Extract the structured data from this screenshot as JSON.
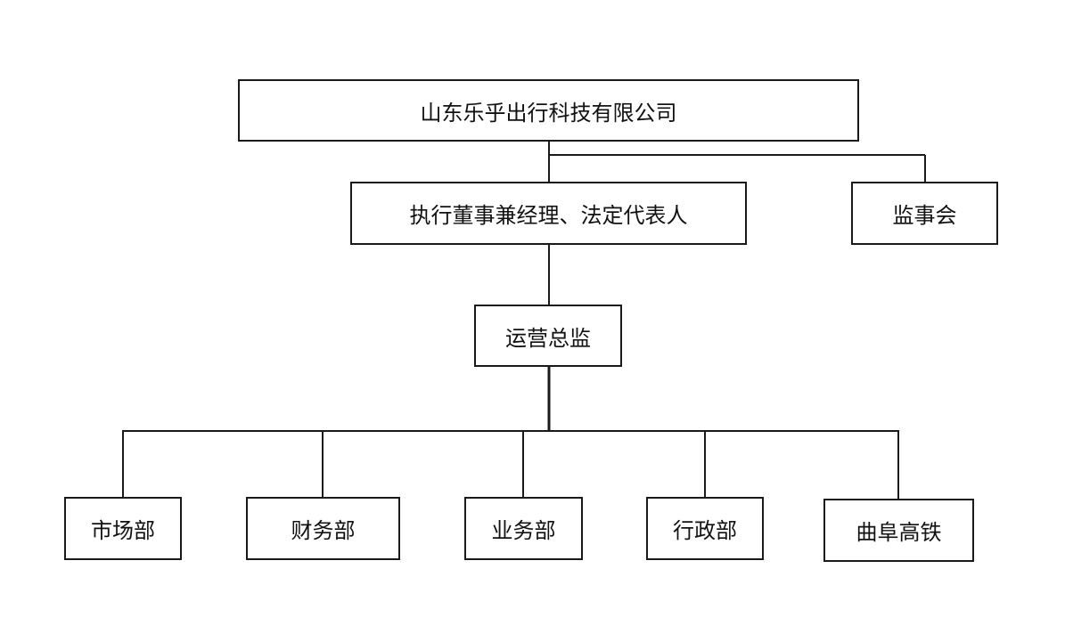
{
  "org_chart": {
    "company": "山东乐乎出行科技有限公司",
    "executive": "执行董事兼经理、法定代表人",
    "supervisory_board": "监事会",
    "operations_director": "运营总监",
    "departments": [
      "市场部",
      "财务部",
      "业务部",
      "行政部",
      "曲阜高铁"
    ]
  }
}
